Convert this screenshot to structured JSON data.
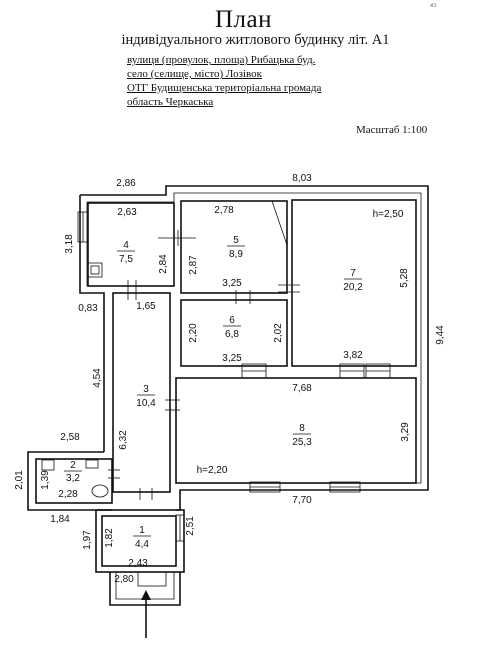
{
  "header": {
    "title": "План",
    "subtitle": "індивідуального житлового будинку літ. А1",
    "street": "вулиця (провулок, площа) Рибацька буд.",
    "settlement": "село (селище, місто) Лозівок",
    "community": "ОТГ  Будищенська територіальна громада",
    "region": "область Черкаська",
    "scale": "Масштаб 1:100",
    "page_mark": "43"
  },
  "rooms": [
    {
      "id": "4",
      "number": "4",
      "area": "7,5"
    },
    {
      "id": "5",
      "number": "5",
      "area": "8,9"
    },
    {
      "id": "6",
      "number": "6",
      "area": "6,8"
    },
    {
      "id": "7",
      "number": "7",
      "area": "20,2"
    },
    {
      "id": "3",
      "number": "3",
      "area": "10,4"
    },
    {
      "id": "8",
      "number": "8",
      "area": "25,3"
    },
    {
      "id": "2",
      "number": "2",
      "area": "3,2"
    },
    {
      "id": "1",
      "number": "1",
      "area": "4,4"
    }
  ],
  "heights": {
    "upper": "h=2,50",
    "lower": "h=2,20"
  },
  "dimensions": {
    "outer_top_left": "2,86",
    "outer_top_right": "8,03",
    "outer_right": "9,44",
    "outer_left_upper": "3,18",
    "outer_left_step": "0,83",
    "outer_left_mid": "4,54",
    "ext_top": "2,58",
    "ext_left": "2,01",
    "ext_bottom": "1,84",
    "porch_left": "1,97",
    "porch_bottom": "2,80",
    "bottom_right": "7,70",
    "r4_width": "2,63",
    "r4_depth": "2,84",
    "r5_width": "2,78",
    "r5_left": "2,87",
    "r5_bottom": "3,25",
    "r6_left": "2,20",
    "r6_right": "2,02",
    "r6_bottom": "3,25",
    "r7_right": "5,28",
    "r7_bottom": "3,82",
    "corridor_top": "1,65",
    "corridor_len": "6,32",
    "r8_top": "7,68",
    "r8_right": "3,29",
    "r2_side": "1,39",
    "r2_width": "2,28",
    "r1_left": "1,82",
    "r1_right": "2,51",
    "r1_bottom": "2,43"
  }
}
